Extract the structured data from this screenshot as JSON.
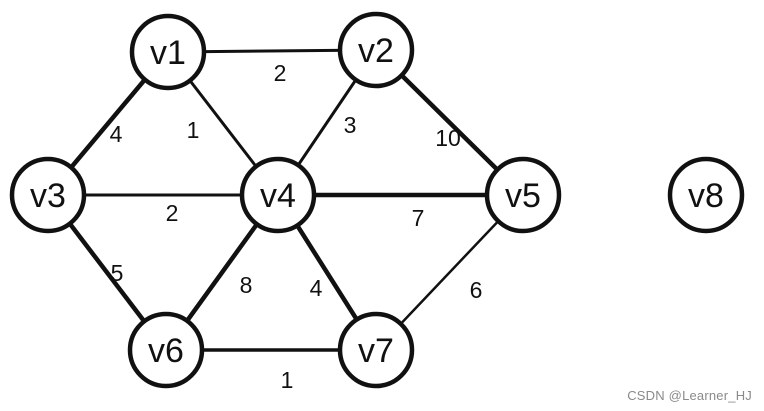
{
  "graph": {
    "nodes": [
      {
        "id": "v1",
        "label": "v1"
      },
      {
        "id": "v2",
        "label": "v2"
      },
      {
        "id": "v3",
        "label": "v3"
      },
      {
        "id": "v4",
        "label": "v4"
      },
      {
        "id": "v5",
        "label": "v5"
      },
      {
        "id": "v6",
        "label": "v6"
      },
      {
        "id": "v7",
        "label": "v7"
      },
      {
        "id": "v8",
        "label": "v8"
      }
    ],
    "edges": [
      {
        "from": "v1",
        "to": "v2",
        "weight": "2"
      },
      {
        "from": "v1",
        "to": "v3",
        "weight": "4"
      },
      {
        "from": "v1",
        "to": "v4",
        "weight": "1"
      },
      {
        "from": "v2",
        "to": "v4",
        "weight": "3"
      },
      {
        "from": "v2",
        "to": "v5",
        "weight": "10"
      },
      {
        "from": "v3",
        "to": "v4",
        "weight": "2"
      },
      {
        "from": "v3",
        "to": "v6",
        "weight": "5"
      },
      {
        "from": "v4",
        "to": "v5",
        "weight": "7"
      },
      {
        "from": "v4",
        "to": "v6",
        "weight": "8"
      },
      {
        "from": "v4",
        "to": "v7",
        "weight": "4"
      },
      {
        "from": "v5",
        "to": "v7",
        "weight": "6"
      },
      {
        "from": "v6",
        "to": "v7",
        "weight": "1"
      }
    ]
  },
  "watermark": "CSDN @Learner_HJ"
}
